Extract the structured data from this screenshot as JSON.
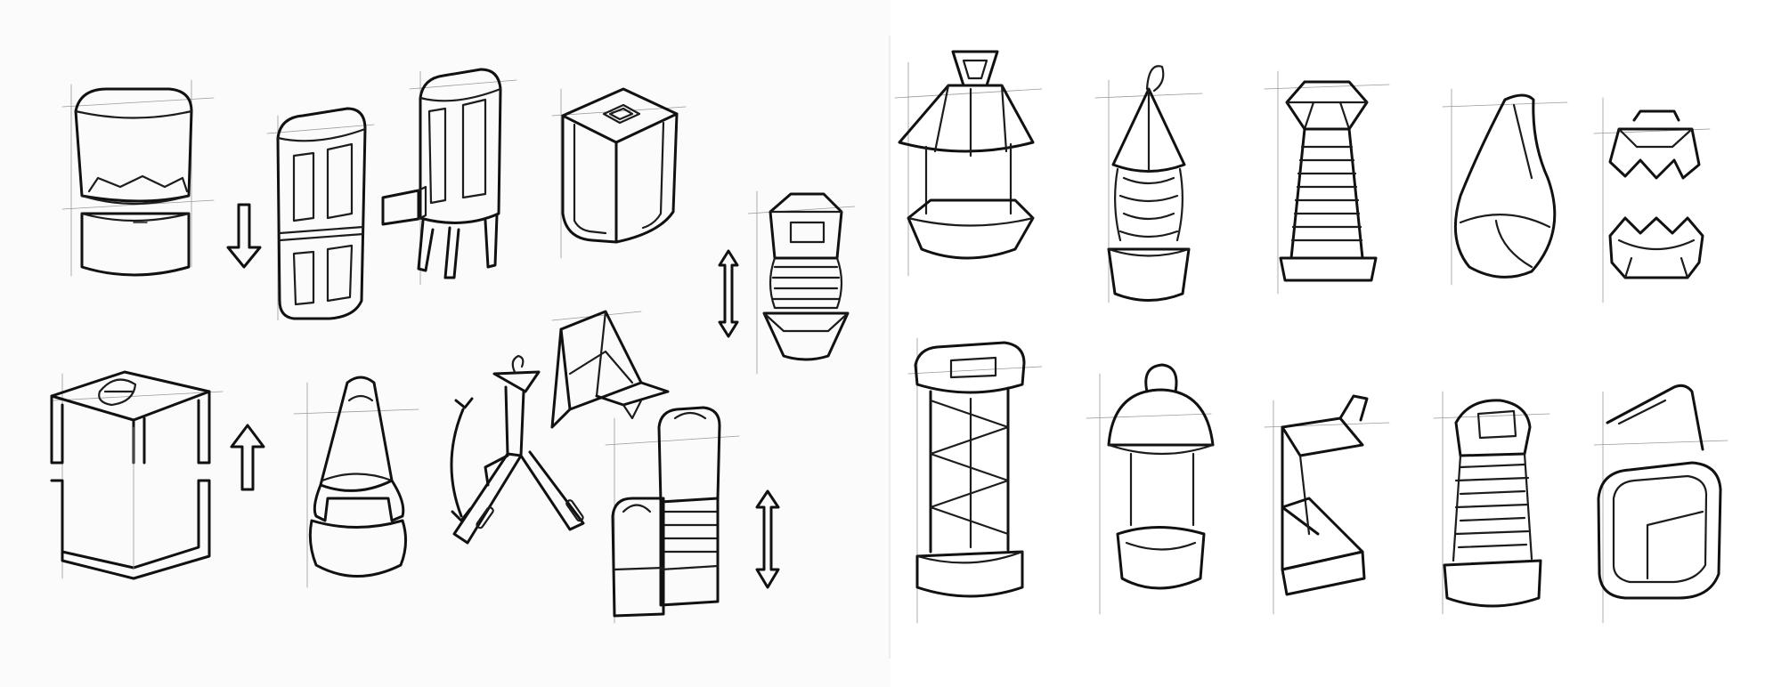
{
  "sheet": {
    "background": "#ffffff",
    "ink_color": "#1c1c1c",
    "guide_color": "#9a9a9a"
  },
  "sketches": [
    {
      "name": "square-lantern-split"
    },
    {
      "name": "rounded-tower-lantern"
    },
    {
      "name": "side-handle-stand-lantern"
    },
    {
      "name": "cube-corner-post-lantern"
    },
    {
      "name": "stacked-ring-lantern"
    },
    {
      "name": "frame-cage-lantern"
    },
    {
      "name": "dome-bell-lantern"
    },
    {
      "name": "folding-tripod-lantern"
    },
    {
      "name": "pyramid-cap-lantern"
    },
    {
      "name": "twin-block-lantern"
    },
    {
      "name": "pagoda-hanging-lantern"
    },
    {
      "name": "ribbed-cone-lantern"
    },
    {
      "name": "gem-top-ribbed-tower"
    },
    {
      "name": "teardrop-vase-lantern"
    },
    {
      "name": "split-crown-lantern"
    },
    {
      "name": "triangle-lattice-column"
    },
    {
      "name": "capsule-bulb-lantern"
    },
    {
      "name": "folded-prism-lantern"
    },
    {
      "name": "ribbed-tower-with-cap"
    },
    {
      "name": "hook-top-cube-lantern"
    }
  ],
  "arrows": [
    {
      "name": "down-arrow-icon",
      "direction": "down"
    },
    {
      "name": "up-arrow-icon",
      "direction": "up"
    },
    {
      "name": "double-arrow-icon",
      "direction": "vertical"
    },
    {
      "name": "curved-arrow-icon",
      "direction": "rotate"
    },
    {
      "name": "double-arrow-icon-2",
      "direction": "vertical"
    }
  ]
}
